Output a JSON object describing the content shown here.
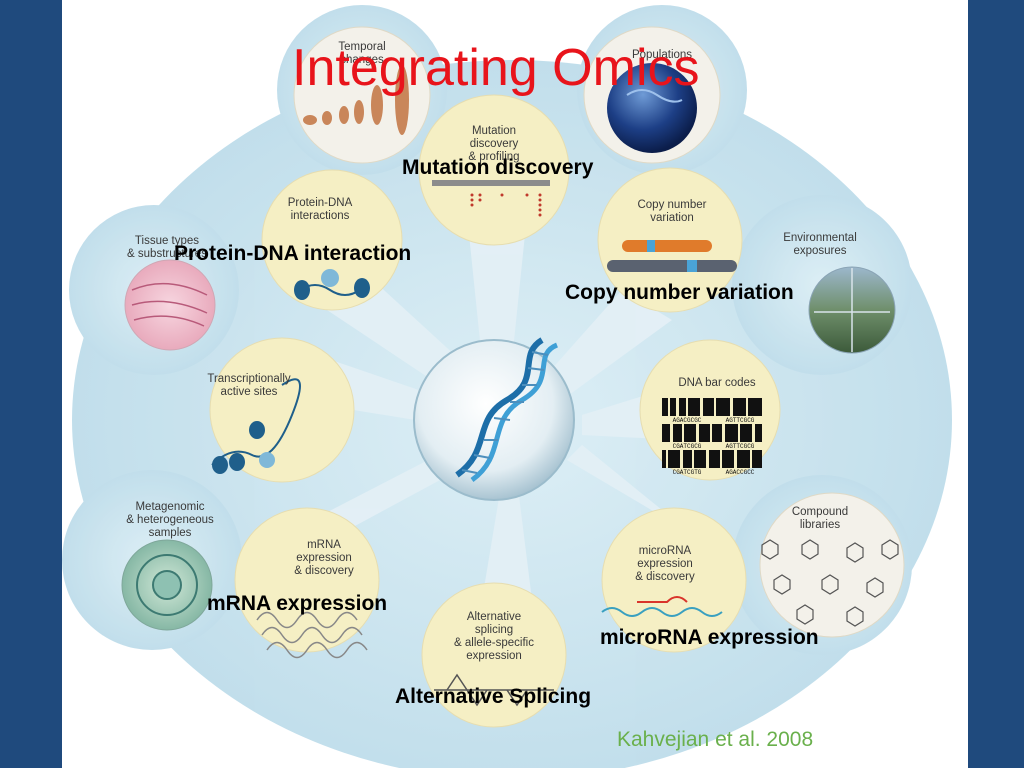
{
  "title": "Integrating Omics",
  "citation": "Kahvejian et al. 2008",
  "highlighted_labels": {
    "mutation": "Mutation discovery",
    "protein_dna": "Protein-DNA interaction",
    "copy_number": "Copy number variation",
    "mrna": "mRNA expression",
    "microrna": "microRNA expression",
    "splicing": "Alternative Splicing"
  },
  "panels": {
    "temporal": [
      "Temporal",
      "changes"
    ],
    "populations": [
      "Populations"
    ],
    "mutation": [
      "Mutation",
      "discovery",
      "& profiling"
    ],
    "protein_dna": [
      "Protein-DNA",
      "interactions"
    ],
    "tissue": [
      "Tissue types",
      "& substructures"
    ],
    "copy_number": [
      "Copy number",
      "variation"
    ],
    "environmental": [
      "Environmental",
      "exposures"
    ],
    "transcriptional": [
      "Transcriptionally",
      "active sites"
    ],
    "barcodes": [
      "DNA bar codes"
    ],
    "metagenomic": [
      "Metagenomic",
      "& heterogeneous",
      "samples"
    ],
    "compound": [
      "Compound",
      "libraries"
    ],
    "mrna": [
      "mRNA",
      "expression",
      "& discovery"
    ],
    "microrna": [
      "microRNA",
      "expression",
      "& discovery"
    ],
    "splicing": [
      "Alternative",
      "splicing",
      "& allele-specific",
      "expression"
    ]
  },
  "barcode_codes": [
    "AGACGCGC",
    "AGTTCGCG",
    "CGATCGCG",
    "AGTTCGCG",
    "CGATCGTG",
    "AGACCGCC"
  ],
  "colors": {
    "background": "#1f4a7d",
    "title": "#e8141b",
    "citation": "#6ab04c",
    "panel_fill": "#f5efc4",
    "glow": "#c6e3ef",
    "dna": "#1d6ea8"
  }
}
